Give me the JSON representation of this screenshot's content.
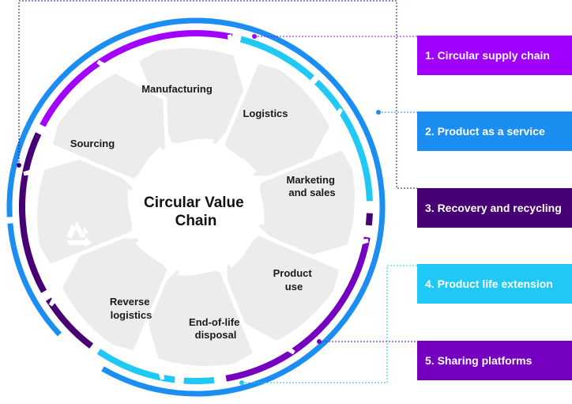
{
  "diagram": {
    "center_title": [
      "Circular Value",
      "Chain"
    ],
    "stages": [
      {
        "label": [
          "Manufacturing"
        ]
      },
      {
        "label": [
          "Logistics"
        ]
      },
      {
        "label": [
          "Marketing",
          "and sales"
        ]
      },
      {
        "label": [
          "Product",
          "use"
        ]
      },
      {
        "label": [
          "End-of-life",
          "disposal"
        ]
      },
      {
        "label": [
          "Reverse",
          "logistics"
        ]
      },
      {
        "label": []
      },
      {
        "label": [
          "Sourcing"
        ]
      }
    ],
    "recycle_icon": "recycle-icon"
  },
  "legend": {
    "items": [
      {
        "label": "1. Circular supply chain",
        "color": "#a100ff"
      },
      {
        "label": "2. Product as a service",
        "color": "#1c8ef2"
      },
      {
        "label": "3. Recovery and recycling",
        "color": "#460073"
      },
      {
        "label": "4. Product life extension",
        "color": "#1fc8f5"
      },
      {
        "label": "5. Sharing platforms",
        "color": "#7500c0"
      }
    ]
  },
  "colors": {
    "arrow_fill": "#ececec",
    "outer_blue": "#1c8ef2",
    "purple": "#a100ff",
    "dark_purple": "#460073",
    "light_blue": "#1fc8f5",
    "mid_purple": "#7500c0"
  }
}
